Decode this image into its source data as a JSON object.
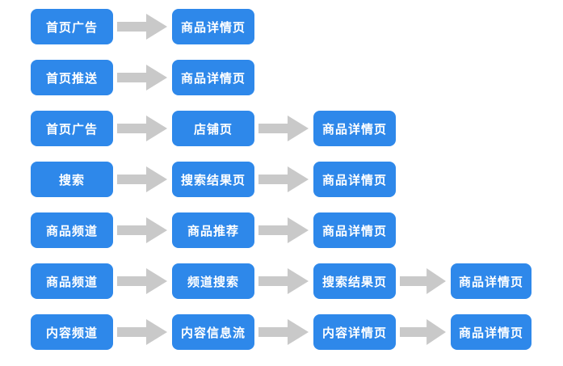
{
  "diagram": {
    "background_color": "#ffffff",
    "node_fill_color": "#2e88ea",
    "node_text_color": "#ffffff",
    "arrow_color": "#c9c9c9",
    "rows": [
      {
        "cells": [
          "首页广告",
          "商品详情页"
        ]
      },
      {
        "cells": [
          "首页推送",
          "商品详情页"
        ]
      },
      {
        "cells": [
          "首页广告",
          "店铺页",
          "商品详情页"
        ]
      },
      {
        "cells": [
          "搜索",
          "搜索结果页",
          "商品详情页"
        ]
      },
      {
        "cells": [
          "商品频道",
          "商品推荐",
          "商品详情页"
        ]
      },
      {
        "cells": [
          "商品频道",
          "频道搜索",
          "搜索结果页",
          "商品详情页"
        ]
      },
      {
        "cells": [
          "内容频道",
          "内容信息流",
          "内容详情页",
          "商品详情页"
        ]
      }
    ]
  }
}
